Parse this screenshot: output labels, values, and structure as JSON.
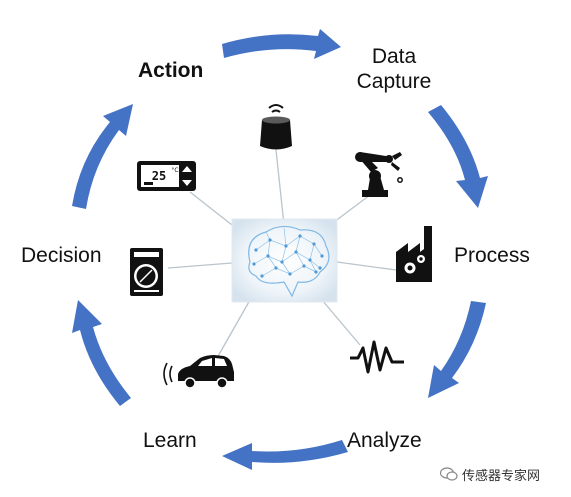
{
  "stages": {
    "action": "Action",
    "data_capture_line1": "Data",
    "data_capture_line2": "Capture",
    "process": "Process",
    "analyze": "Analyze",
    "learn": "Learn",
    "decision": "Decision"
  },
  "colors": {
    "arrow": "#4472C4",
    "connector": "#b9c4cc",
    "icon": "#111111",
    "brain_glow": "#7fb8e6"
  },
  "icons": [
    "smart-speaker-icon",
    "robot-arm-icon",
    "factory-icon",
    "waveform-icon",
    "car-icon",
    "washing-machine-icon",
    "thermostat-icon",
    "brain-network-icon"
  ],
  "thermostat": {
    "reading": "25",
    "unit": "°C"
  },
  "watermark": {
    "text": "传感器专家网"
  }
}
